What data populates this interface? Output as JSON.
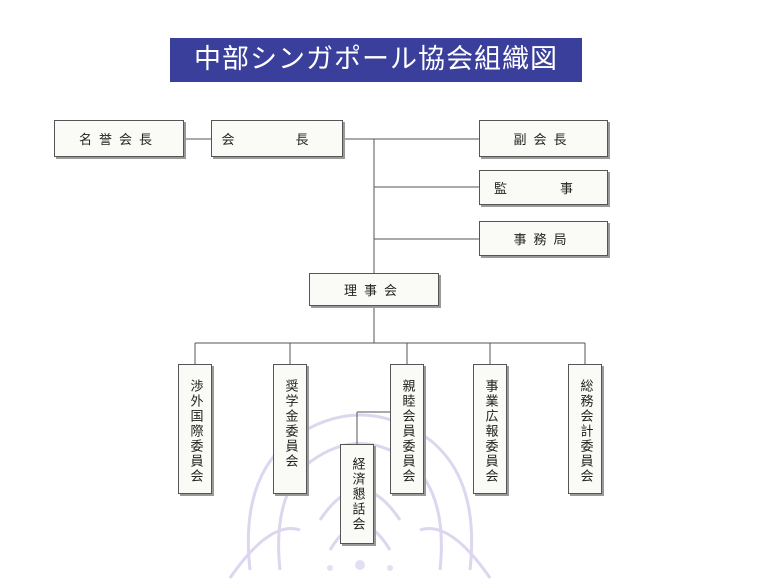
{
  "title": "中部シンガポール協会組織図",
  "nodes": {
    "honorary_president": "名誉会長",
    "president": "会　長",
    "vice_president": "副会長",
    "auditor": "監　事",
    "secretariat": "事務局",
    "board": "理事会",
    "external_affairs": "渉外国際委員会",
    "scholarship": "奨学金委員会",
    "social": "親睦会員委員会",
    "economic_forum": "経済懇話会",
    "public_relations": "事業広報委員会",
    "general_accounting": "総務会計委員会"
  },
  "colors": {
    "title_bg": "#3a3f9c",
    "title_text": "#ffffff",
    "line": "#555555",
    "watermark": "#d9d3ea"
  },
  "watermark_icon": "association-emblem-icon"
}
